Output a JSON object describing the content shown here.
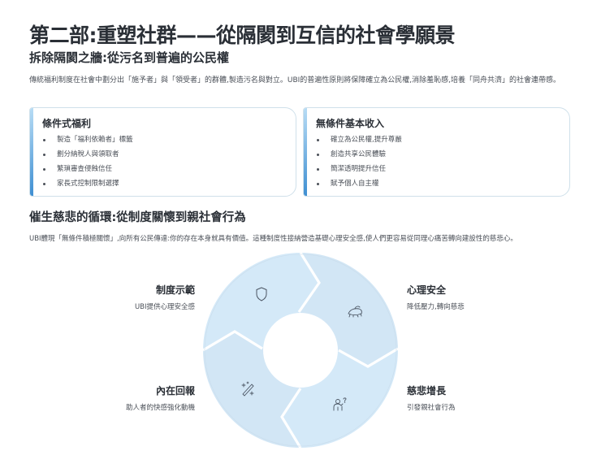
{
  "header": {
    "title": "第二部:重塑社群——從隔閡到互信的社會學願景",
    "subtitle": "拆除隔閡之牆:從污名到普遍的公民權",
    "intro": "傳統福利制度在社會中劃分出「施予者」與「領受者」的群體,製造污名與對立。UBI的普遍性原則將保障確立為公民權,消除羞恥感,培養「同舟共濟」的社會連帶感。"
  },
  "comparison": {
    "left": {
      "title": "條件式福利",
      "items": [
        "製造「福利依賴者」標籤",
        "劃分納稅人與領取者",
        "繁瑣審查侵蝕信任",
        "家長式控制限制選擇"
      ]
    },
    "right": {
      "title": "無條件基本收入",
      "items": [
        "確立為公民權,提升尊嚴",
        "創造共享公民體驗",
        "簡潔透明提升信任",
        "賦予個人自主權"
      ]
    }
  },
  "cycle_section": {
    "title": "催生慈悲的循環:從制度關懷到親社會行為",
    "text": "UBI體現「無條件積極關懷」,向所有公民傳達:你的存在本身就具有價值。這種制度性接納營造基礎心理安全感,使人們更容易從同理心痛苦轉向建設性的慈悲心。"
  },
  "cycle": {
    "colors": {
      "segment_a": "#d4e9f8",
      "segment_b": "#d2e6f5",
      "icon": "#4b5563"
    },
    "stages": [
      {
        "title": "制度示範",
        "desc": "UBI提供心理安全感",
        "icon": "shield-icon",
        "position": "top-left"
      },
      {
        "title": "心理安全",
        "desc": "降低壓力,轉向慈悲",
        "icon": "cushion-icon",
        "position": "top-right"
      },
      {
        "title": "慈悲增長",
        "desc": "引發親社會行為",
        "icon": "helping-person-icon",
        "position": "bottom-right"
      },
      {
        "title": "內在回報",
        "desc": "助人者的快感強化動機",
        "icon": "magic-wand-icon",
        "position": "bottom-left"
      }
    ]
  }
}
